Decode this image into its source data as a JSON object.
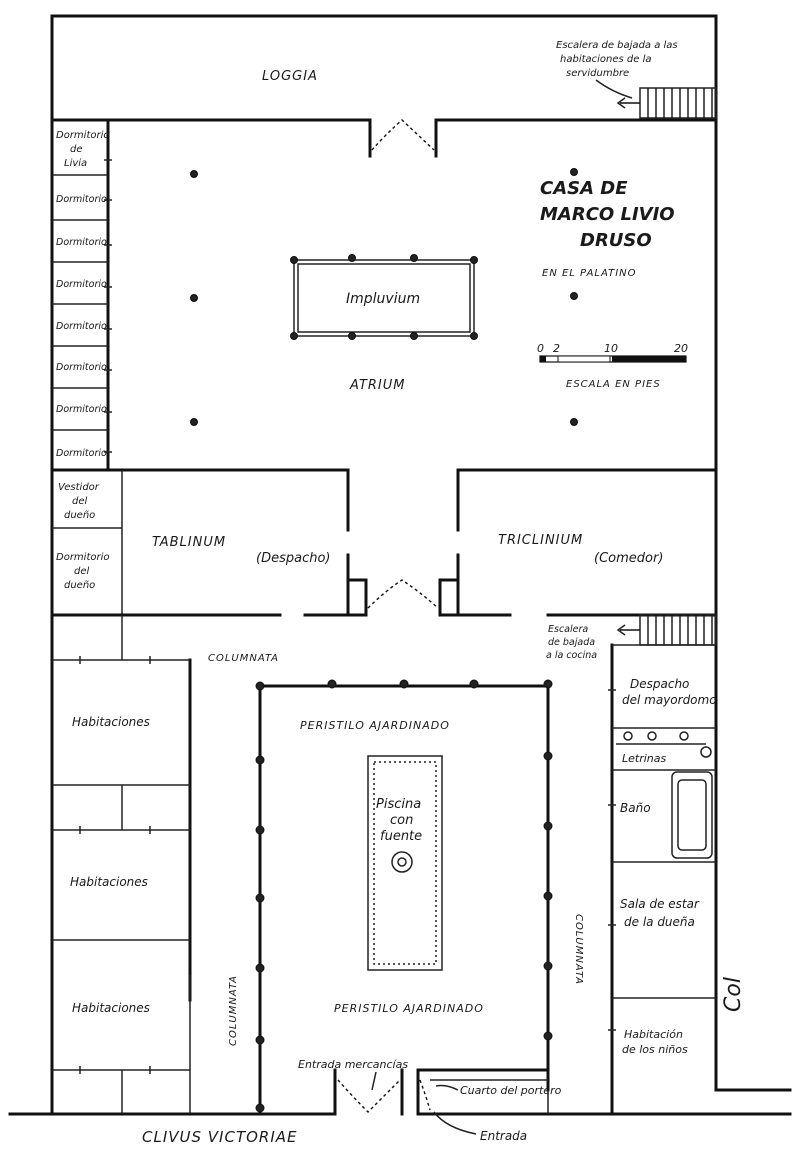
{
  "title": {
    "line1": "CASA DE",
    "line2": "MARCO LIVIO",
    "line3": "DRUSO",
    "location": "EN EL PALATINO"
  },
  "scale": {
    "caption": "ESCALA EN PIES",
    "ticks": [
      "0",
      "2",
      "10",
      "20"
    ]
  },
  "rooms": {
    "loggia": "LOGGIA",
    "atrium": "ATRIUM",
    "impluvium": "Impluvium",
    "tablinum": "TABLINUM",
    "tablinum_note": "(Despacho)",
    "triclinium": "TRICLINIUM",
    "triclinium_note": "(Comedor)",
    "columnata_top": "COLUMNATA",
    "columnata_left": "COLUMNATA",
    "columnata_right": "COLUMNATA",
    "peristilo_top": "PERISTILO AJARDINADO",
    "peristilo_bottom": "PERISTILO AJARDINADO",
    "piscina": [
      "Piscina",
      "con",
      "fuente"
    ]
  },
  "left_rooms": {
    "dormitorio_livia": [
      "Dormitorio",
      "de",
      "Livia"
    ],
    "dormitorio": "Dormitorio",
    "vestidor": [
      "Vestidor",
      "del",
      "dueño"
    ],
    "dormitorio_dueno": [
      "Dormitorio",
      "del",
      "dueño"
    ],
    "habitaciones": "Habitaciones"
  },
  "right_rooms": {
    "despacho_mayordomo": [
      "Despacho",
      "del mayordomo"
    ],
    "letrinas": "Letrinas",
    "bano": "Baño",
    "sala_estar": [
      "Sala de estar",
      "de la dueña"
    ],
    "habitacion_ninos": [
      "Habitación",
      "de los niños"
    ]
  },
  "annotations": {
    "escalera_servidumbre": [
      "Escalera de bajada a las",
      "habitaciones de la",
      "servidumbre"
    ],
    "escalera_cocina": [
      "Escalera",
      "de bajada",
      "a la cocina"
    ],
    "entrada_mercancias": "Entrada mercancías",
    "cuarto_portero": "Cuarto del portero",
    "entrada": "Entrada",
    "street": "CLIVUS VICTORIAE",
    "signature": "Col"
  }
}
